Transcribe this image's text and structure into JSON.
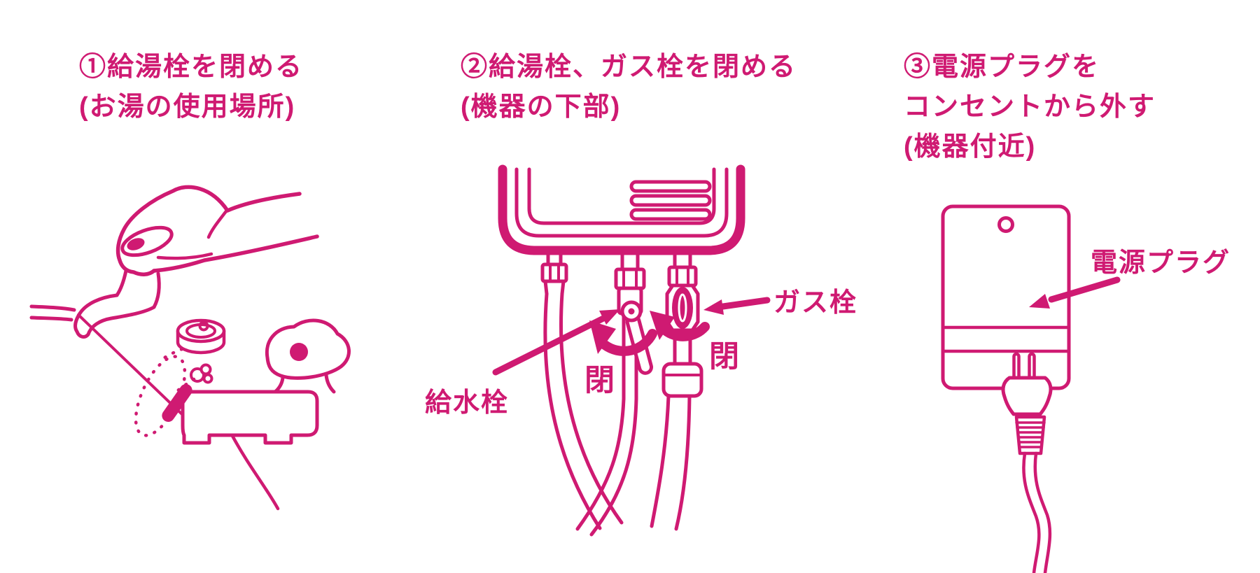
{
  "page": {
    "background_color": "#ffffff",
    "accent_color": "#cf1a72",
    "description_icon": "gas-water-heater-shutdown-instructions"
  },
  "steps": [
    {
      "title": "①給湯栓を閉める",
      "subtitle": "(お湯の使用場所)",
      "illustration": "hand-closing-hot-water-tap"
    },
    {
      "title": "②給湯栓、ガス栓を閉める",
      "subtitle": "(機器の下部)",
      "illustration": "heater-underside-with-valves",
      "labels": {
        "water_supply_valve": "給水栓",
        "gas_valve": "ガス栓",
        "close_water": "閉",
        "close_gas": "閉"
      }
    },
    {
      "title_line1": "③電源プラグを",
      "title_line2": "コンセントから外す",
      "subtitle": "(機器付近)",
      "illustration": "power-plug-and-outlet",
      "labels": {
        "power_plug": "電源プラグ"
      }
    }
  ]
}
